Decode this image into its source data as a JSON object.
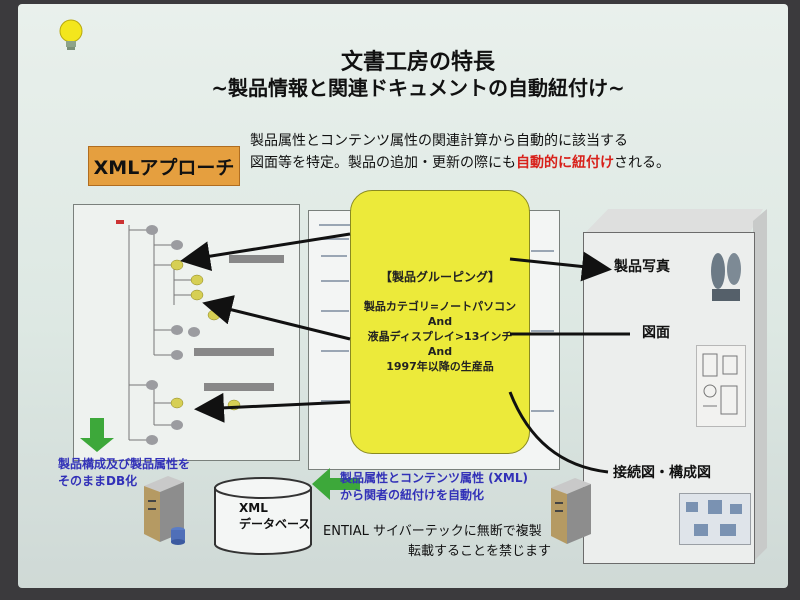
{
  "title": {
    "line1": "文書工房の特長",
    "line2": "~製品情報と関連ドキュメントの自動紐付け~"
  },
  "approach_label": "XMLアプローチ",
  "description": {
    "line1": "製品属性とコンテンツ属性の関連計算から自動的に該当する",
    "line2_prefix": "図面等を特定。製品の追加・更新の際にも",
    "line2_highlight": "自動的に紐付け",
    "line2_suffix": "される。"
  },
  "grouping": {
    "header": "【製品グルーピング】",
    "cond1": "製品カテゴリ=ノートパソコン",
    "and1": "And",
    "cond2": "液晶ディスプレイ>13インチ",
    "and2": "And",
    "cond3": "1997年以降の生産品"
  },
  "right_labels": {
    "photo": "製品写真",
    "drawing": "図面",
    "connection": "接続図・構成図"
  },
  "left_caption": {
    "line1": "製品構成及び製品属性を",
    "line2": "そのままDB化"
  },
  "mid_caption": {
    "line1": "製品属性とコンテンツ属性 (XML)",
    "line2": "から関者の紐付けを自動化"
  },
  "database": {
    "line1": "XML",
    "line2": "データベース"
  },
  "footer": {
    "line1": "ENTIAL サイバーテックに無断で複製",
    "line2": "転載することを禁じます"
  },
  "colors": {
    "accent_orange": "#e59f3f",
    "highlight_red": "#d8211b",
    "caption_blue": "#3231b8",
    "yellow_box": "#ecea3a",
    "arrow_green": "#3da83a"
  },
  "icons": [
    "lightbulb-icon",
    "server-icon",
    "database-icon",
    "green-arrow-icon"
  ]
}
